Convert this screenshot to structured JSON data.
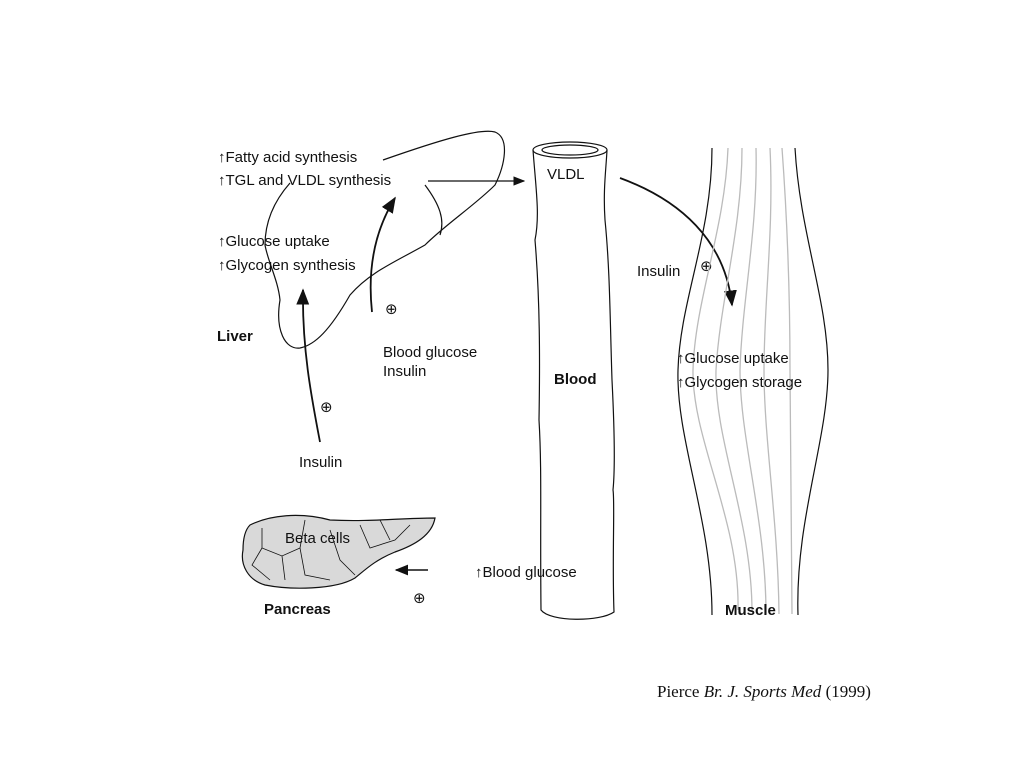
{
  "liver": {
    "label": "Liver",
    "effects": [
      "Fatty acid synthesis",
      "TGL and VLDL synthesis",
      "Glucose uptake",
      "Glycogen synthesis"
    ]
  },
  "increase_symbol": "↑",
  "plus_symbol": "⊕",
  "blood": {
    "label": "Blood",
    "vldl": "VLDL",
    "blood_glucose_line1": "Blood glucose",
    "blood_glucose_line2": "Insulin",
    "increased_blood_glucose": "Blood glucose"
  },
  "insulin_left": "Insulin",
  "insulin_right": "Insulin",
  "muscle": {
    "label": "Muscle",
    "effects": [
      "Glucose uptake",
      "Glycogen storage"
    ]
  },
  "pancreas": {
    "label": "Pancreas",
    "cells": "Beta cells"
  },
  "citation": {
    "author": "Pierce",
    "journal": "Br. J. Sports Med",
    "year": "(1999)"
  },
  "colors": {
    "ink": "#111111",
    "fibre": "#bbbbbb",
    "pancreas_fill": "#d9d9d9"
  }
}
